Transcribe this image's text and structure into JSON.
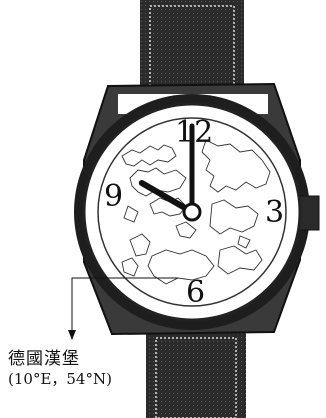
{
  "dial": {
    "numerals": {
      "twelve": "12",
      "three": "3",
      "six": "6",
      "nine": "9"
    }
  },
  "time_shown": {
    "hour": 10,
    "minute": 0
  },
  "location": {
    "name": "德國漢堡",
    "coordinates": "(10°E，54°N)"
  }
}
